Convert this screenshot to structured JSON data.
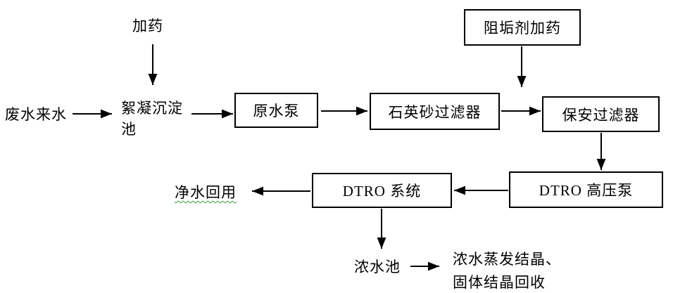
{
  "flowchart": {
    "labels": {
      "dosing": "加药",
      "influent": "废水来水",
      "floc_tank_line1": "絮凝沉淀",
      "floc_tank_line2": "池",
      "raw_water_pump": "原水泵",
      "quartz_sand_filter": "石英砂过滤器",
      "antiscalant_dosing": "阻垢剂加药",
      "security_filter": "保安过滤器",
      "dtro_high_pressure_pump": "DTRO 高压泵",
      "dtro_system": "DTRO 系统",
      "clean_water_reuse": "净水回用",
      "concentrate_tank": "浓水池",
      "evaporation_line1": "浓水蒸发结晶、",
      "evaporation_line2": "固体结晶回收"
    },
    "edges": [
      {
        "from": "加药",
        "to": "絮凝沉淀池"
      },
      {
        "from": "废水来水",
        "to": "絮凝沉淀池"
      },
      {
        "from": "絮凝沉淀池",
        "to": "原水泵"
      },
      {
        "from": "原水泵",
        "to": "石英砂过滤器"
      },
      {
        "from": "石英砂过滤器",
        "to": "保安过滤器"
      },
      {
        "from": "阻垢剂加药",
        "to": "保安过滤器"
      },
      {
        "from": "保安过滤器",
        "to": "DTRO 高压泵"
      },
      {
        "from": "DTRO 高压泵",
        "to": "DTRO 系统"
      },
      {
        "from": "DTRO 系统",
        "to": "净水回用"
      },
      {
        "from": "DTRO 系统",
        "to": "浓水池"
      },
      {
        "from": "浓水池",
        "to": "浓水蒸发结晶、固体结晶回收"
      }
    ],
    "colors": {
      "line": "#000000",
      "background": "#ffffff",
      "spellcheck_underline": "#339933"
    }
  }
}
